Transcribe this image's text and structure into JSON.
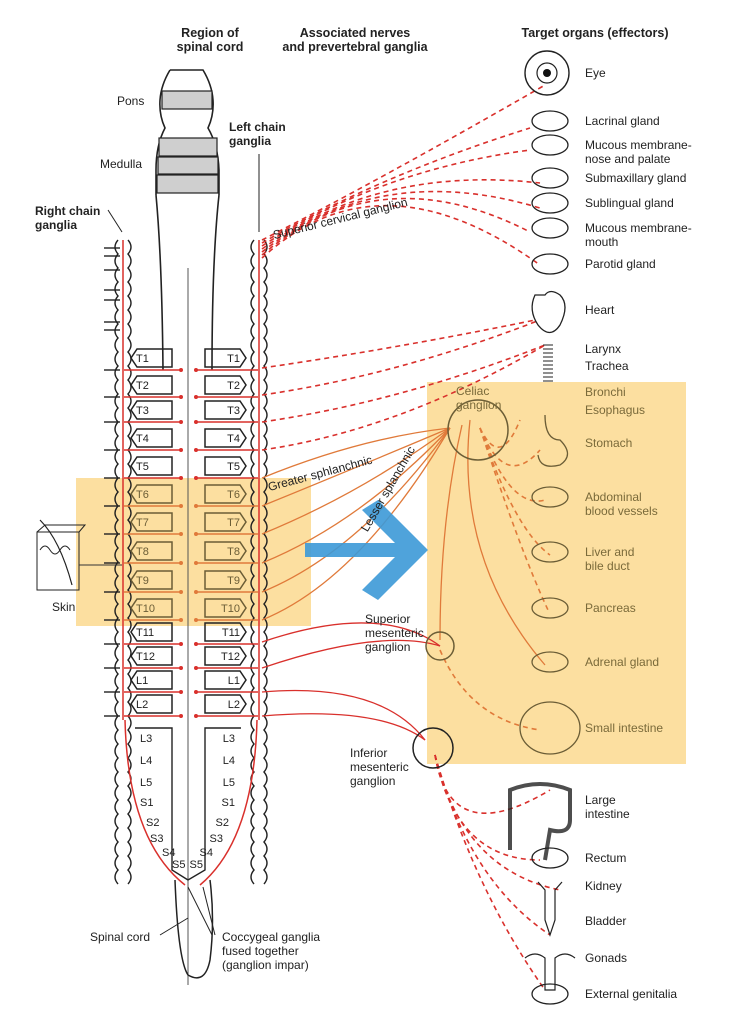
{
  "headers": {
    "region": "Region of\nspinal cord",
    "nerves": "Associated nerves\nand prevertebral ganglia",
    "targets": "Target organs (effectors)"
  },
  "brain_labels": {
    "pons": "Pons",
    "medulla": "Medulla"
  },
  "chain_labels": {
    "left_chain": "Left chain\nganglia",
    "right_chain": "Right chain\nganglia"
  },
  "segments": {
    "thoracic": [
      "T1",
      "T2",
      "T3",
      "T4",
      "T5",
      "T6",
      "T7",
      "T8",
      "T9",
      "T10",
      "T11",
      "T12"
    ],
    "lumbar_box": [
      "L1",
      "L2"
    ],
    "lower": [
      "L3",
      "L4",
      "L5",
      "S1",
      "S2",
      "S3",
      "S4",
      "S5"
    ]
  },
  "nerve_labels": {
    "superior_cervical": "Superior cervical ganglion",
    "greater_splanchnic": "Greater sphlanchnic",
    "lesser_splanchnic": "Lesser splanchnic",
    "celiac": "Celiac\nganglion",
    "superior_mesenteric": "Superior\nmesenteric\nganglion",
    "inferior_mesenteric": "Inferior\nmesenteric\nganglion"
  },
  "other_labels": {
    "skin": "Skin",
    "spinal_cord": "Spinal cord",
    "coccygeal": "Coccygeal ganglia\nfused together\n(ganglion impar)"
  },
  "organs": [
    {
      "name": "Eye",
      "icon": "eye-icon"
    },
    {
      "name": "Lacrinal gland",
      "icon": "lacrimal-gland-icon"
    },
    {
      "name": "Mucous membrane-\nnose and palate",
      "icon": "mucous-membrane-nose-icon"
    },
    {
      "name": "Submaxillary gland",
      "icon": "submaxillary-gland-icon"
    },
    {
      "name": "Sublingual gland",
      "icon": "sublingual-gland-icon"
    },
    {
      "name": "Mucous membrane-\nmouth",
      "icon": "mucous-membrane-mouth-icon"
    },
    {
      "name": "Parotid gland",
      "icon": "parotid-gland-icon"
    },
    {
      "name": "Heart",
      "icon": "heart-icon"
    },
    {
      "name": "Larynx",
      "icon": "larynx-icon"
    },
    {
      "name": "Trachea",
      "icon": "trachea-icon"
    },
    {
      "name": "Bronchi",
      "icon": "bronchi-icon"
    },
    {
      "name": "Esophagus",
      "icon": "esophagus-icon"
    },
    {
      "name": "Stomach",
      "icon": "stomach-icon"
    },
    {
      "name": "Abdominal\nblood vessels",
      "icon": "blood-vessels-icon"
    },
    {
      "name": "Liver and\nbile duct",
      "icon": "liver-icon"
    },
    {
      "name": "Pancreas",
      "icon": "pancreas-icon"
    },
    {
      "name": "Adrenal gland",
      "icon": "adrenal-gland-icon"
    },
    {
      "name": "Small intestine",
      "icon": "small-intestine-icon"
    },
    {
      "name": "Large\nintestine",
      "icon": "large-intestine-icon"
    },
    {
      "name": "Rectum",
      "icon": "rectum-icon"
    },
    {
      "name": "Kidney",
      "icon": "kidney-icon"
    },
    {
      "name": "Bladder",
      "icon": "bladder-icon"
    },
    {
      "name": "Gonads",
      "icon": "gonads-icon"
    },
    {
      "name": "External genitalia",
      "icon": "external-genitalia-icon"
    }
  ],
  "colors": {
    "nerve_red": "#d9302c",
    "highlight": "#fbd98f",
    "arrow_blue": "#3d9ad8",
    "outline": "#222222",
    "highlight_text": "#7a6a3a"
  }
}
